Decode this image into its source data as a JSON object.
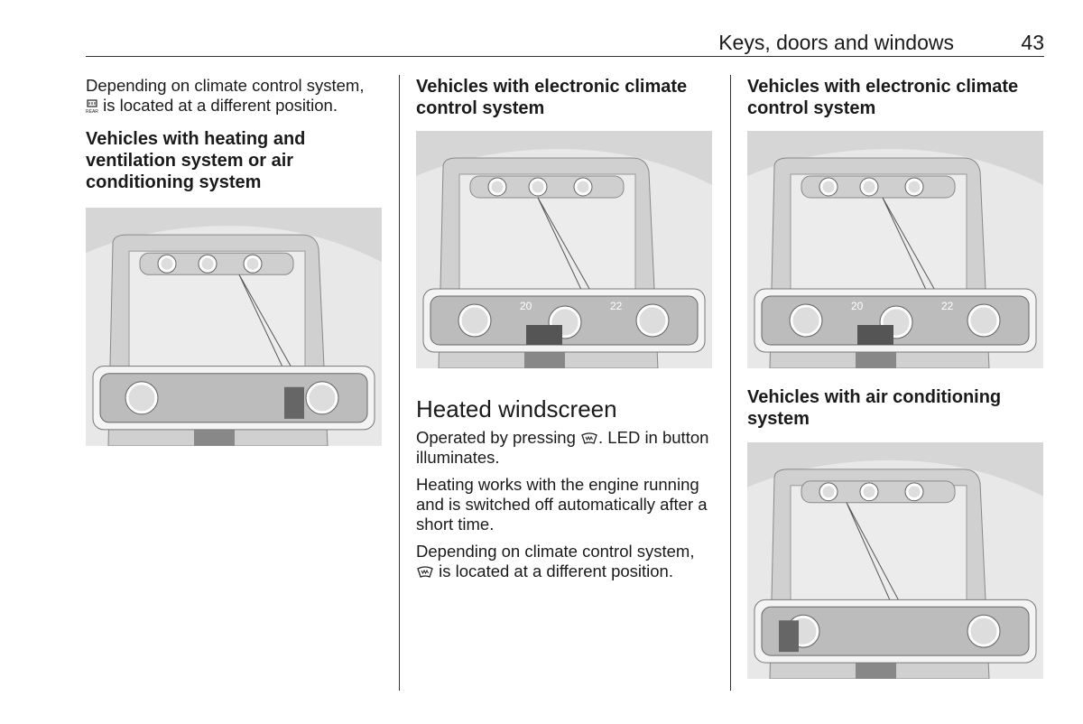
{
  "header": {
    "section": "Keys, doors and windows",
    "page_number": "43"
  },
  "col1": {
    "intro": "is located at a different position.",
    "intro_prefix": "Depending on climate control system,",
    "intro_icon": "rear-window-heating-icon",
    "heading": "Vehicles with heating and ventilation system or air conditioning system"
  },
  "col2": {
    "heading": "Vehicles with electronic climate control system",
    "panel_temps": [
      "20",
      "22"
    ],
    "section_title": "Heated windscreen",
    "p1_a": "Operated by pressing",
    "p1_b": ". LED in button illuminates.",
    "p2": "Heating works with the engine running and is switched off automatically after a short time.",
    "p3_a": "Depending on climate control system,",
    "p3_b": "is located at a different position.",
    "icon": "heated-windscreen-icon"
  },
  "col3": {
    "heading1": "Vehicles with electronic climate control system",
    "panel_temps": [
      "20",
      "22"
    ],
    "heading2": "Vehicles with air conditioning system"
  }
}
